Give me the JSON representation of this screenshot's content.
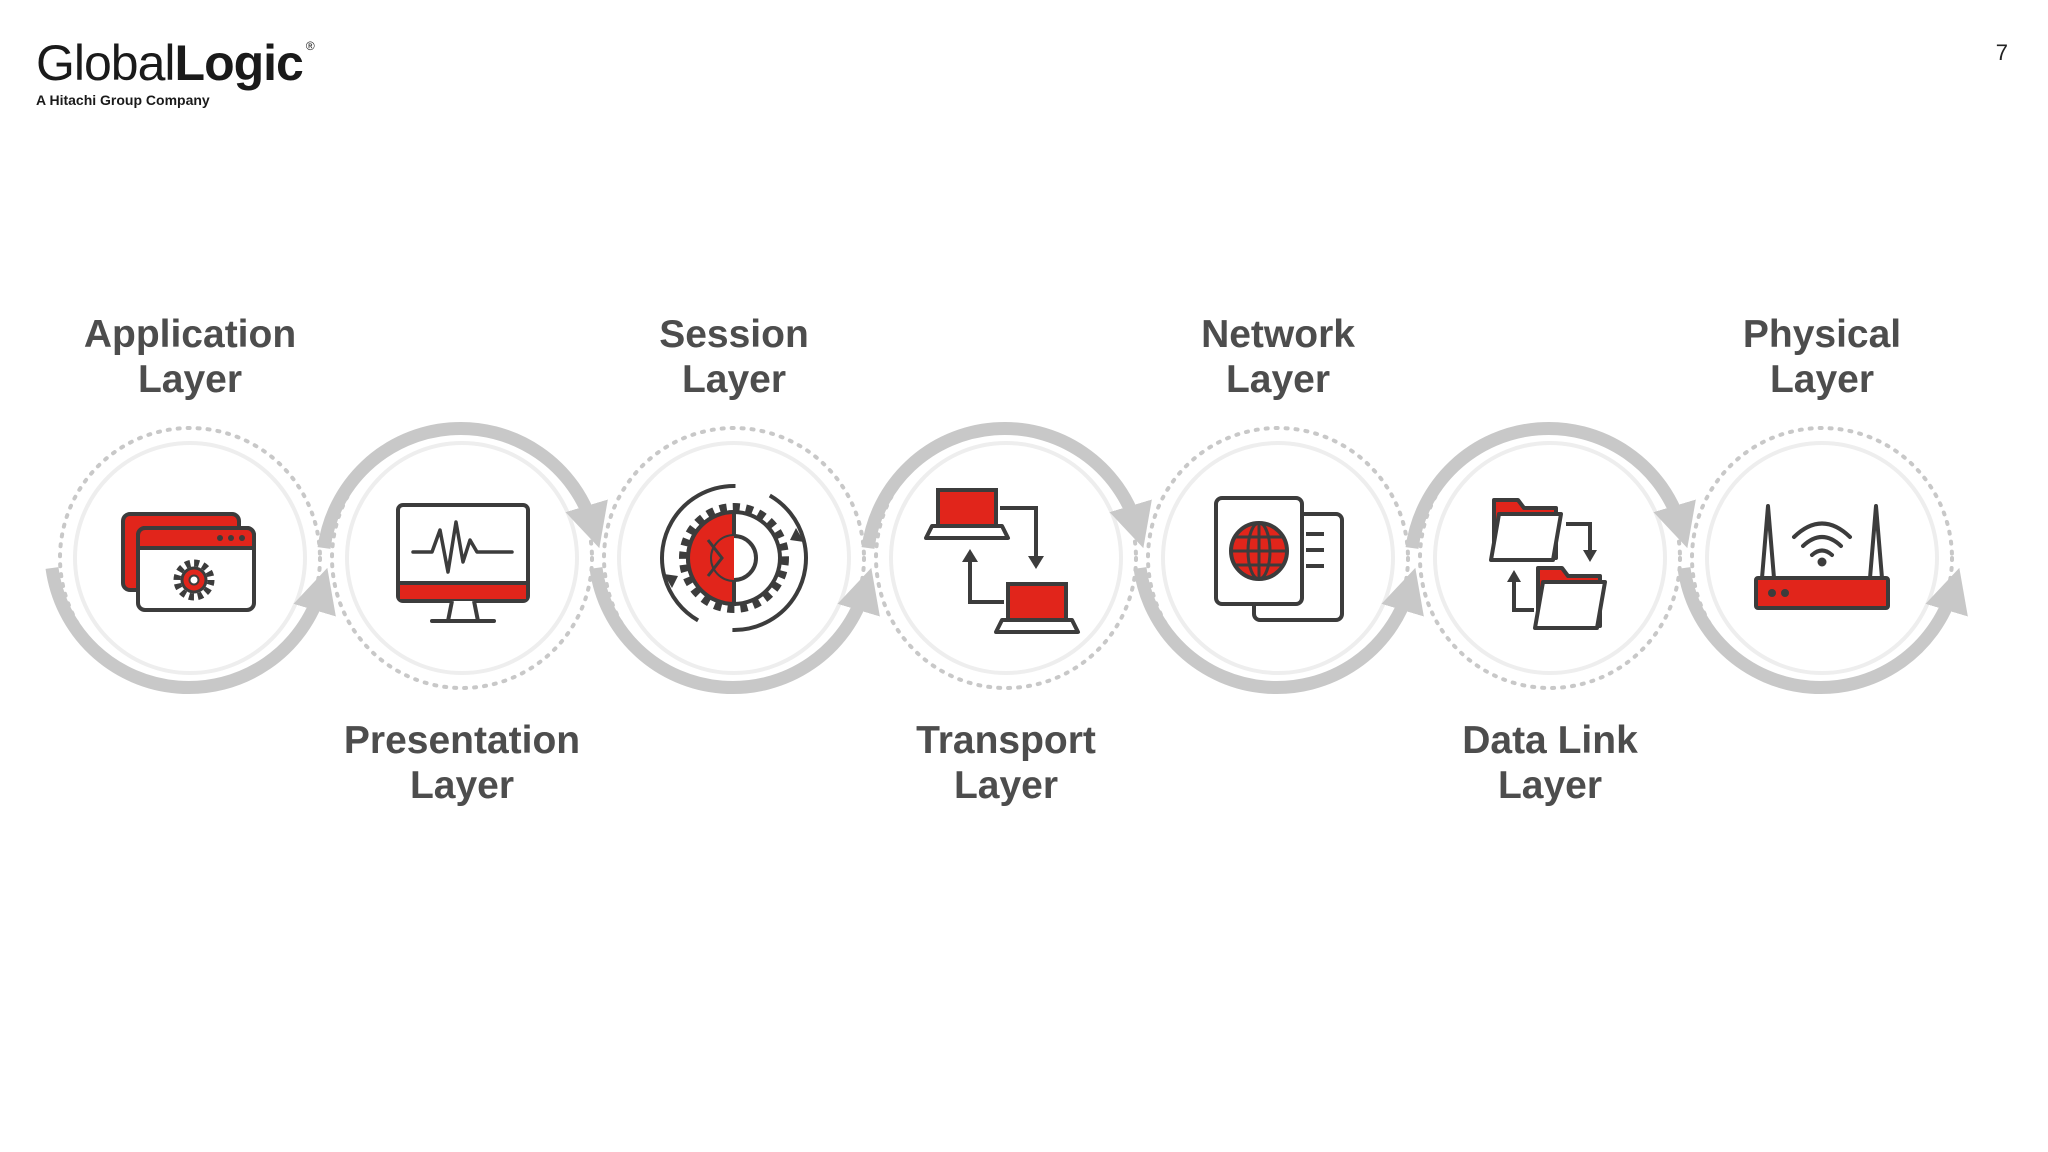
{
  "logo": {
    "brand_light": "Global",
    "brand_bold": "Logic",
    "registered_mark": "®",
    "tagline": "A Hitachi Group Company"
  },
  "page_number": "7",
  "colors": {
    "accent": "#e1251b",
    "arc": "#c8c8c8",
    "label": "#4d4d4d",
    "icon_stroke": "#3c3c3c"
  },
  "layers": [
    {
      "line1": "Application",
      "line2": "Layer",
      "icon": "app-window-gear-icon"
    },
    {
      "line1": "Presentation",
      "line2": "Layer",
      "icon": "monitor-heartbeat-icon"
    },
    {
      "line1": "Session",
      "line2": "Layer",
      "icon": "gear-cycle-icon"
    },
    {
      "line1": "Transport",
      "line2": "Layer",
      "icon": "laptops-transfer-icon"
    },
    {
      "line1": "Network",
      "line2": "Layer",
      "icon": "globe-document-icon"
    },
    {
      "line1": "Data Link",
      "line2": "Layer",
      "icon": "folders-transfer-icon"
    },
    {
      "line1": "Physical",
      "line2": "Layer",
      "icon": "wifi-router-icon"
    }
  ]
}
